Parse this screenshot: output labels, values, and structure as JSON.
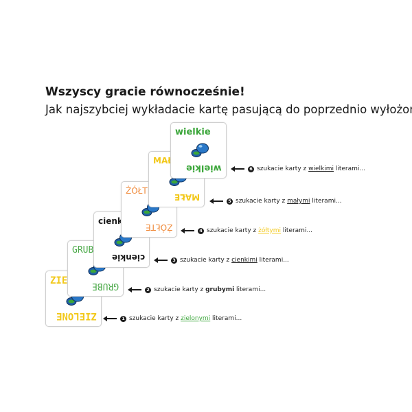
{
  "heading": "Wszyscy gracie równocześnie!",
  "subheading": "Jak najszybciej wykładacie kartę pasującą do poprzednio wyłożonej.",
  "cards": [
    {
      "word": "wielkie",
      "color": "#3ba63a",
      "style": "big"
    },
    {
      "word": "MAŁE",
      "color": "#f2c81a",
      "style": "small"
    },
    {
      "word": "ŻÓŁTE",
      "color": "#f08a3a",
      "style": "yellow"
    },
    {
      "word": "cienkie",
      "color": "#1a1a1a",
      "style": "thin"
    },
    {
      "word": "GRUBE",
      "color": "#4caa4a",
      "style": "thick"
    },
    {
      "word": "ZIELONE",
      "color": "#f2c81a",
      "style": "green"
    }
  ],
  "instructions": [
    {
      "number": "6",
      "before": "szukacie karty z ",
      "keyword": "wielkimi",
      "after": " literami...",
      "keyword_color": "#222222"
    },
    {
      "number": "5",
      "before": "szukacie karty z ",
      "keyword": "małymi",
      "after": " literami...",
      "keyword_color": "#222222"
    },
    {
      "number": "4",
      "before": "szukacie karty z ",
      "keyword": "żółtymi",
      "after": " literami...",
      "keyword_color": "#f2c81a"
    },
    {
      "number": "3",
      "before": "szukacie karty z ",
      "keyword": "cienkimi",
      "after": " literami...",
      "keyword_color": "#222222"
    },
    {
      "number": "2",
      "before": "szukacie karty z ",
      "keyword": "grubymi",
      "after": " literami...",
      "keyword_color": "#222222"
    },
    {
      "number": "1",
      "before": "szukacie karty z ",
      "keyword": "zielonymi",
      "after": " literami...",
      "keyword_color": "#3ba63a"
    }
  ],
  "icons": {
    "arrow": "left-arrow-icon",
    "token": "blue-ball-token-icon"
  }
}
